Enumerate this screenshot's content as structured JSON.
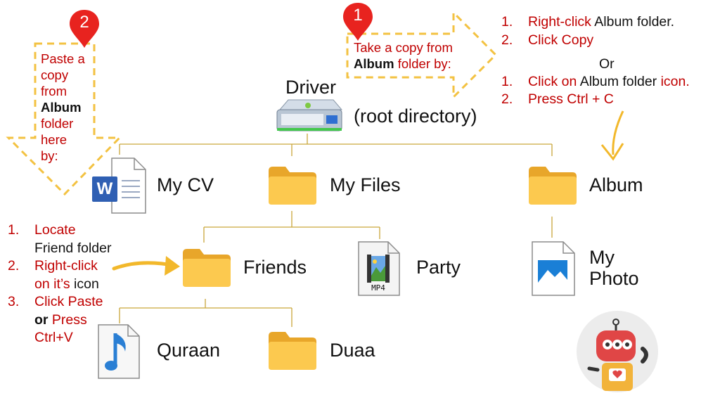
{
  "tree": {
    "root": {
      "label": "Driver",
      "sublabel": "(root directory)"
    },
    "my_cv": "My CV",
    "my_files": "My Files",
    "album": "Album",
    "friends": "Friends",
    "party": "Party",
    "my_photo": [
      "My",
      "Photo"
    ],
    "quraan": "Quraan",
    "duaa": "Duaa",
    "mp4_tag": "MP4",
    "word_letter": "W"
  },
  "callout_copy": {
    "marker": "1",
    "line1": "Take a copy from",
    "line2_bold": "Album",
    "line2_rest": " folder by:"
  },
  "callout_paste": {
    "marker": "2",
    "lines": [
      "Paste a",
      "copy",
      "from"
    ],
    "bold": "Album",
    "lines_after": [
      "folder",
      "here",
      "by:"
    ]
  },
  "copy_steps": {
    "s1_num": "1.",
    "s1_red": "Right-click",
    "s1_black": " Album folder.",
    "s2_num": "2.",
    "s2_red": "Click Copy",
    "or": "Or",
    "s3_num": "1.",
    "s3_red_a": "Click on",
    "s3_black": " Album folder ",
    "s3_red_b": "icon.",
    "s4_num": "2.",
    "s4_red": "Press Ctrl + C"
  },
  "paste_steps": {
    "s1_num": "1.",
    "s1_red": "Locate",
    "s1_black": "Friend folder",
    "s2_num": "2.",
    "s2_red_a": "Right-click",
    "s2_red_b": "on it’s",
    "s2_black": " icon",
    "s3_num": "3.",
    "s3_red": "Click Paste",
    "s3_bold": "or",
    "s3_red_b": " Press",
    "s3_red_c": "Ctrl+V"
  },
  "colors": {
    "accent_red": "#c00000",
    "marker_red": "#e8231f",
    "tree_line": "#c9a63a",
    "dashed_arrow": "#f3c242",
    "curved_arrow": "#f2b82b",
    "folder_back": "#e8a62a",
    "folder_front": "#fcc94f"
  }
}
